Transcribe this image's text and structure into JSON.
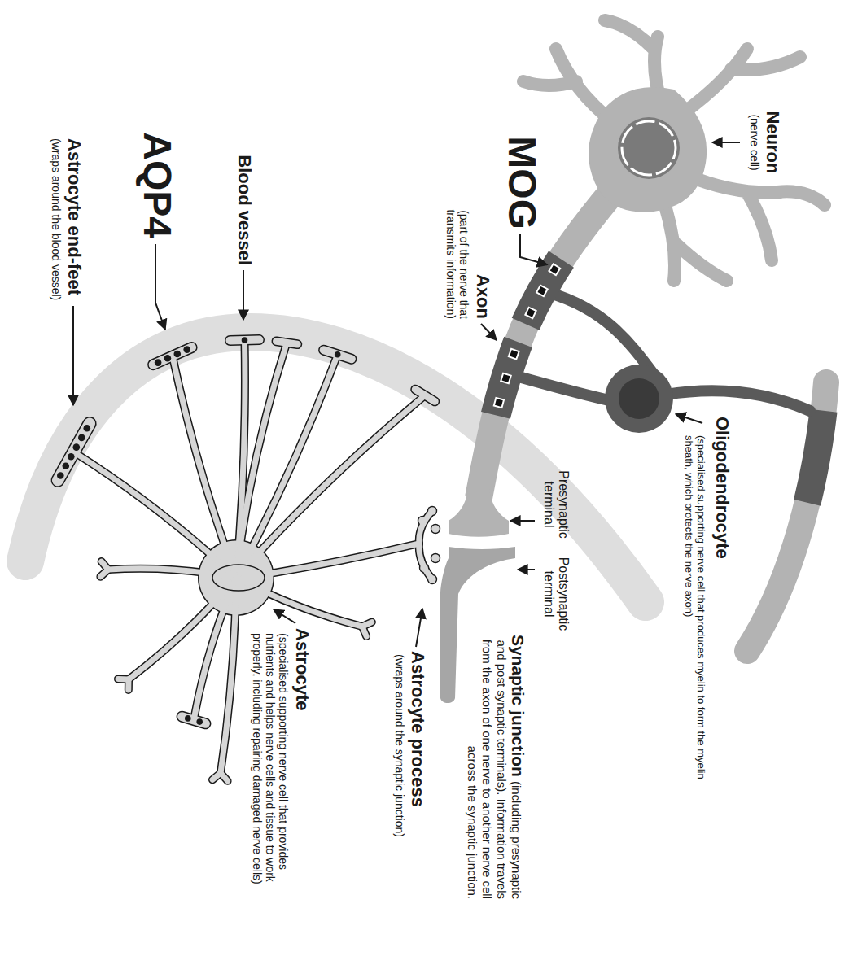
{
  "diagram": {
    "labels": [
      "Neuron",
      "(nerve cell)",
      "MOG",
      "Axon",
      "(part of the nerve that transmits information)",
      "Oligodendrocyte",
      "(specialised supporting nerve cell that produces myelin to form the myelin sheath, which protects the nerve axon)",
      "Presynaptic terminal",
      "Postsynaptic terminal",
      "Synaptic junction",
      "(including presynaptic and post synaptic terminals). Information travels from the axon of one nerve to another nerve cell across the synaptic junction.",
      "Astrocyte process",
      "(wraps around the synaptic junction)",
      "Blood vessel",
      "AQP4",
      "Astrocyte",
      "(specialised supporting nerve cell that provides nutrients and helps nerve cells and tissue to work properly, including repairing damaged nerve cells)",
      "Astrocyte end-feet",
      "(wraps around the blood vessel)"
    ]
  }
}
